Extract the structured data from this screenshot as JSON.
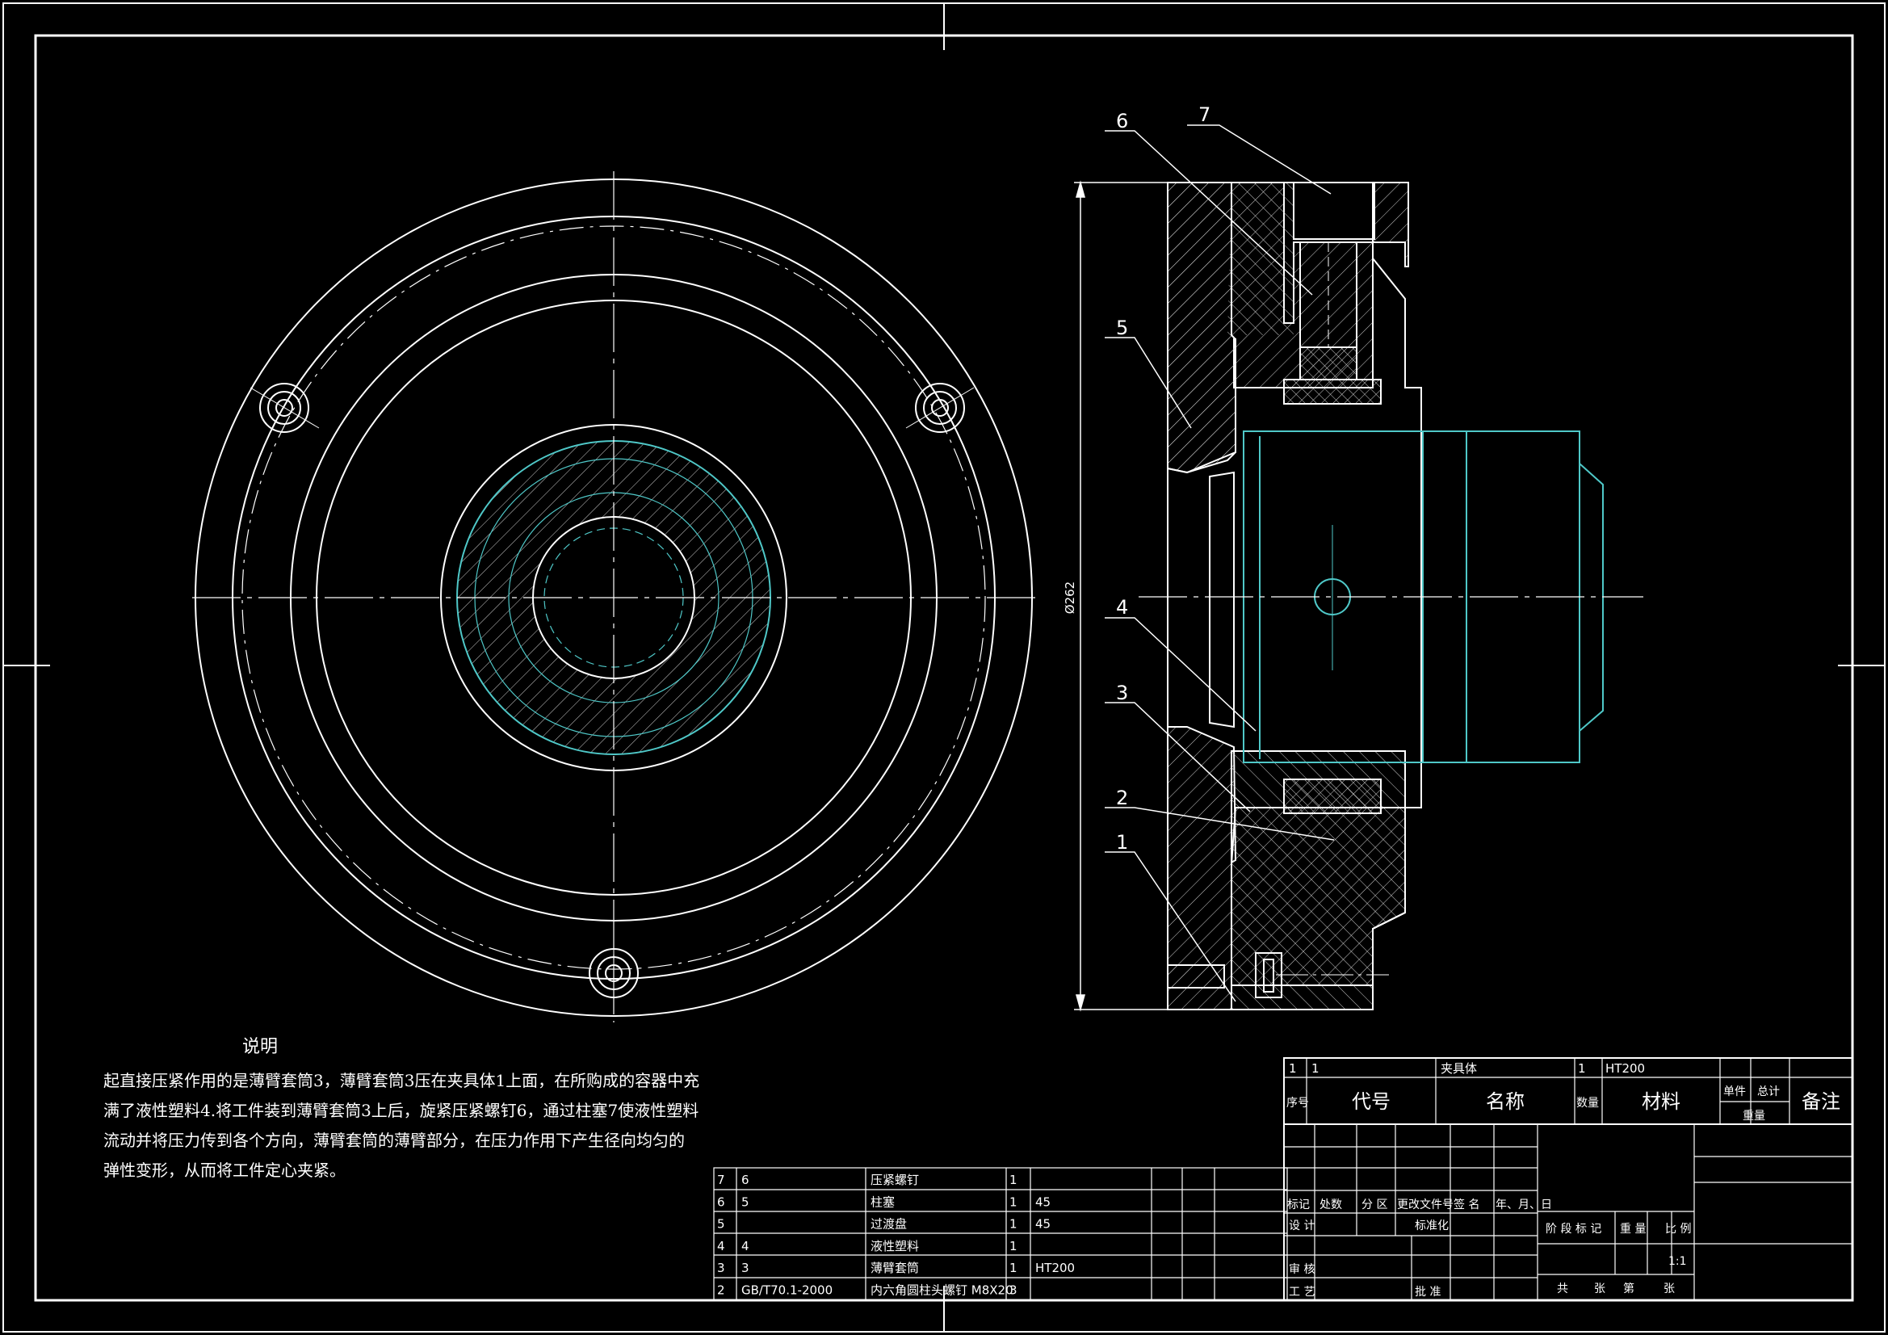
{
  "balloons": [
    "1",
    "2",
    "3",
    "4",
    "5",
    "6",
    "7"
  ],
  "dimension": "Ø262",
  "notes": {
    "title": "说明",
    "lines": [
      "起直接压紧作用的是薄臂套筒3，薄臂套筒3压在夹具体1上面，在所购成的容器中充",
      "满了液性塑料4.将工件装到薄臂套筒3上后，旋紧压紧螺钉6，通过柱塞7使液性塑料",
      "流动并将压力传到各个方向，薄臂套筒的薄臂部分，在压力作用下产生径向均匀的",
      "弹性变形，从而将工件定心夹紧。"
    ]
  },
  "parts_list": [
    {
      "seq": "7",
      "code": "6",
      "name": "压紧螺钉",
      "qty": "1",
      "material": ""
    },
    {
      "seq": "6",
      "code": "5",
      "name": "柱塞",
      "qty": "1",
      "material": "45"
    },
    {
      "seq": "5",
      "code": "",
      "name": "过渡盘",
      "qty": "1",
      "material": "45"
    },
    {
      "seq": "4",
      "code": "4",
      "name": "液性塑料",
      "qty": "1",
      "material": ""
    },
    {
      "seq": "3",
      "code": "3",
      "name": "薄臂套筒",
      "qty": "1",
      "material": "HT200"
    },
    {
      "seq": "2",
      "code": "GB/T70.1-2000",
      "name": "内六角圆柱头螺钉 M8X20",
      "qty": "3",
      "material": ""
    }
  ],
  "bom_row1": {
    "seq": "1",
    "code": "1",
    "name": "夹具体",
    "qty": "1",
    "material": "HT200"
  },
  "bom_header": {
    "seq": "序号",
    "code": "代号",
    "name": "名称",
    "qty": "数量",
    "material": "材料",
    "unit": "单件",
    "total": "总计",
    "weight": "重量",
    "remark": "备注"
  },
  "title_block": {
    "mark": "标记",
    "count": "处数",
    "zone": "分 区",
    "doc": "更改文件号",
    "sign": "签 名",
    "date": "年、月、日",
    "design": "设 计",
    "standard": "标准化",
    "stage": "阶 段 标 记",
    "weight": "重 量",
    "ratio": "比 例",
    "scale": "1:1",
    "review": "审 核",
    "craft": "工 艺",
    "approve": "批 准",
    "sheets": "共",
    "sheet_unit": "张",
    "nth": "第",
    "nth_unit": "张"
  },
  "colors": {
    "line": "#ffffff",
    "center": "#ffffff",
    "cyan": "#4fc8c8",
    "hatch": "#d8d8d8",
    "red": "#ff3030"
  }
}
